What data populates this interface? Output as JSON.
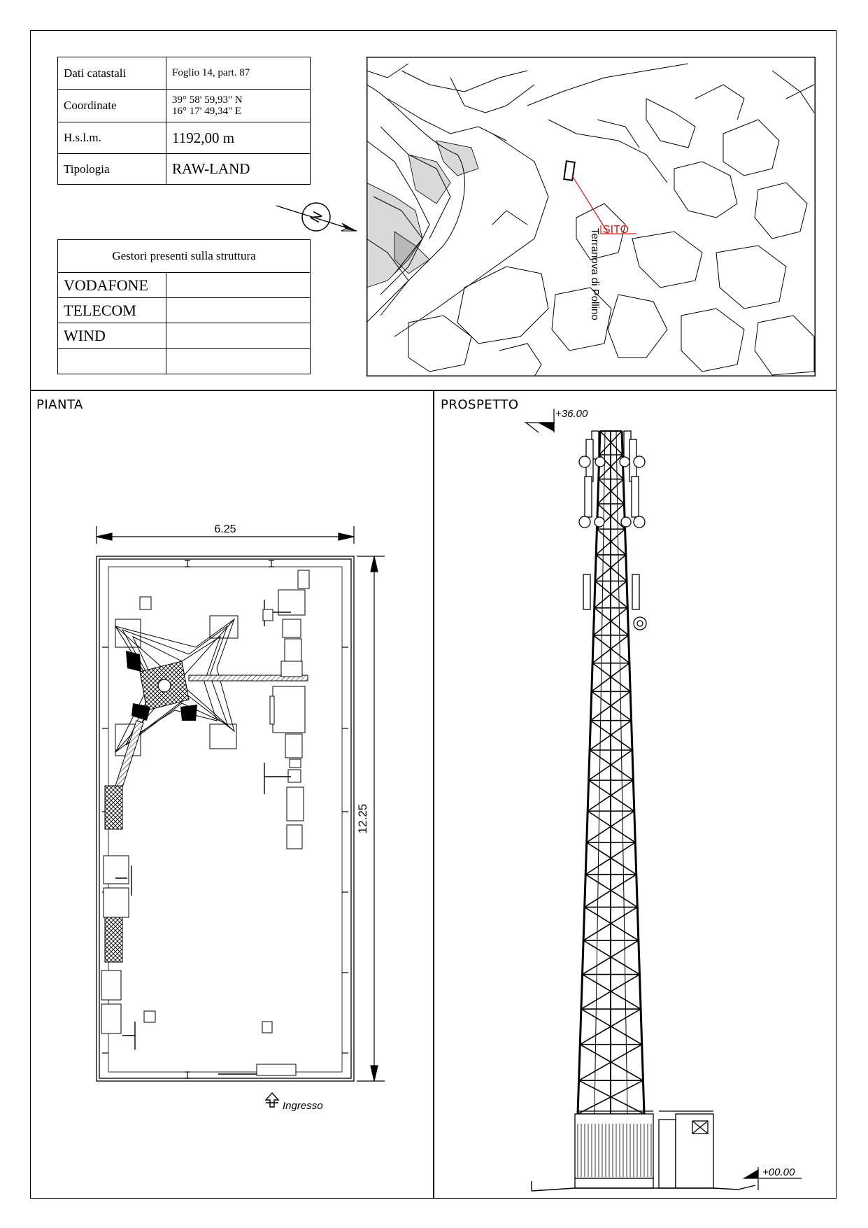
{
  "info_table": {
    "rows": [
      {
        "label": "Dati catastali",
        "value": "Foglio 14, part. 87"
      },
      {
        "label": "Coordinate",
        "value_lines": [
          "39° 58' 59,93\" N",
          "16° 17' 49,34\" E"
        ]
      },
      {
        "label": "H.s.l.m.",
        "value": "1192,00 m"
      },
      {
        "label": "Tipologia",
        "value": "RAW-LAND"
      }
    ]
  },
  "operators_table": {
    "header": "Gestori presenti sulla struttura",
    "operators": [
      "VODAFONE",
      "TELECOM",
      "WIND",
      ""
    ]
  },
  "map": {
    "site_label": "SITO",
    "town_label": "Terranova di Pollino",
    "north_symbol": "N"
  },
  "plan": {
    "title": "PIANTA",
    "width_dim": "6.25",
    "height_dim": "12.25",
    "entrance_label": "Ingresso"
  },
  "elevation": {
    "title": "PROSPETTO",
    "top_level": "+36.00",
    "base_level": "+00.00"
  },
  "colors": {
    "line": "#000000",
    "blue_text": "#1b1bb0",
    "red_text": "#d01818"
  }
}
